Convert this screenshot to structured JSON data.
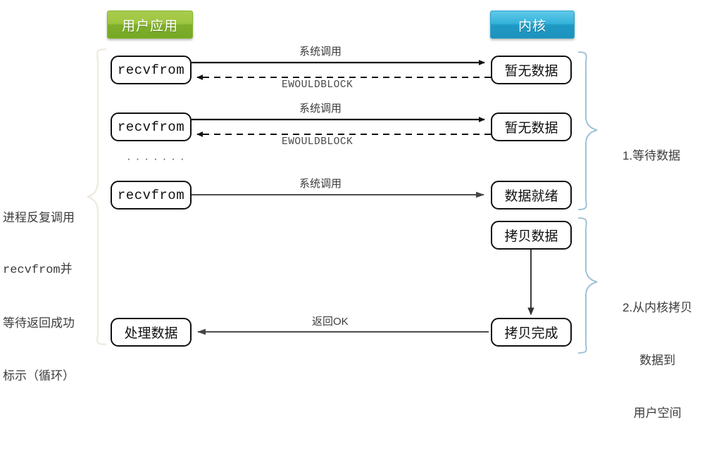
{
  "meta": {
    "title": "非阻塞 IO 模型 (Non-blocking IO) 时序图",
    "bg_color": "#ffffff"
  },
  "headers": {
    "user": {
      "label": "用户应用",
      "color_top": "#a9cc4e",
      "color_bottom": "#76a825"
    },
    "kernel": {
      "label": "内核",
      "color_top": "#5fc9e9",
      "color_bottom": "#1c92bd"
    }
  },
  "left_note": {
    "lines": [
      "进程反复调用",
      "recvfrom并",
      "等待返回成功",
      "标示（循环）"
    ]
  },
  "right_notes": [
    {
      "id": "phase-1",
      "lines": [
        "1.等待数据"
      ]
    },
    {
      "id": "phase-2",
      "lines": [
        "2.从内核拷贝",
        "数据到",
        "用户空间"
      ]
    }
  ],
  "user_nodes": [
    {
      "id": "recvfrom-1",
      "label": "recvfrom",
      "type": "mono"
    },
    {
      "id": "recvfrom-2",
      "label": "recvfrom",
      "type": "mono"
    },
    {
      "id": "recvfrom-3",
      "label": "recvfrom",
      "type": "mono"
    },
    {
      "id": "process-data",
      "label": "处理数据",
      "type": "cjk"
    }
  ],
  "kernel_nodes": [
    {
      "id": "no-data-1",
      "label": "暂无数据",
      "type": "cjk"
    },
    {
      "id": "no-data-2",
      "label": "暂无数据",
      "type": "cjk"
    },
    {
      "id": "data-ready",
      "label": "数据就绪",
      "type": "cjk"
    },
    {
      "id": "copy-data",
      "label": "拷贝数据",
      "type": "cjk"
    },
    {
      "id": "copy-done",
      "label": "拷贝完成",
      "type": "cjk"
    }
  ],
  "arrows": [
    {
      "id": "syscall-1",
      "label": "系统调用",
      "style": "solid",
      "dir": "right"
    },
    {
      "id": "ewouldblock-1",
      "label": "EWOULDBLOCK",
      "style": "dashed",
      "dir": "left"
    },
    {
      "id": "syscall-2",
      "label": "系统调用",
      "style": "solid",
      "dir": "right"
    },
    {
      "id": "ewouldblock-2",
      "label": "EWOULDBLOCK",
      "style": "dashed",
      "dir": "left"
    },
    {
      "id": "syscall-3",
      "label": "系统调用",
      "style": "solid",
      "dir": "right"
    },
    {
      "id": "copy-flow",
      "label": "",
      "style": "solid",
      "dir": "down"
    },
    {
      "id": "return-ok",
      "label": "返回OK",
      "style": "solid",
      "dir": "left"
    }
  ],
  "ellipsis": {
    "glyph": "·······"
  },
  "braces": {
    "left_color": "#efece0",
    "right_color": "#9fc3d6"
  }
}
